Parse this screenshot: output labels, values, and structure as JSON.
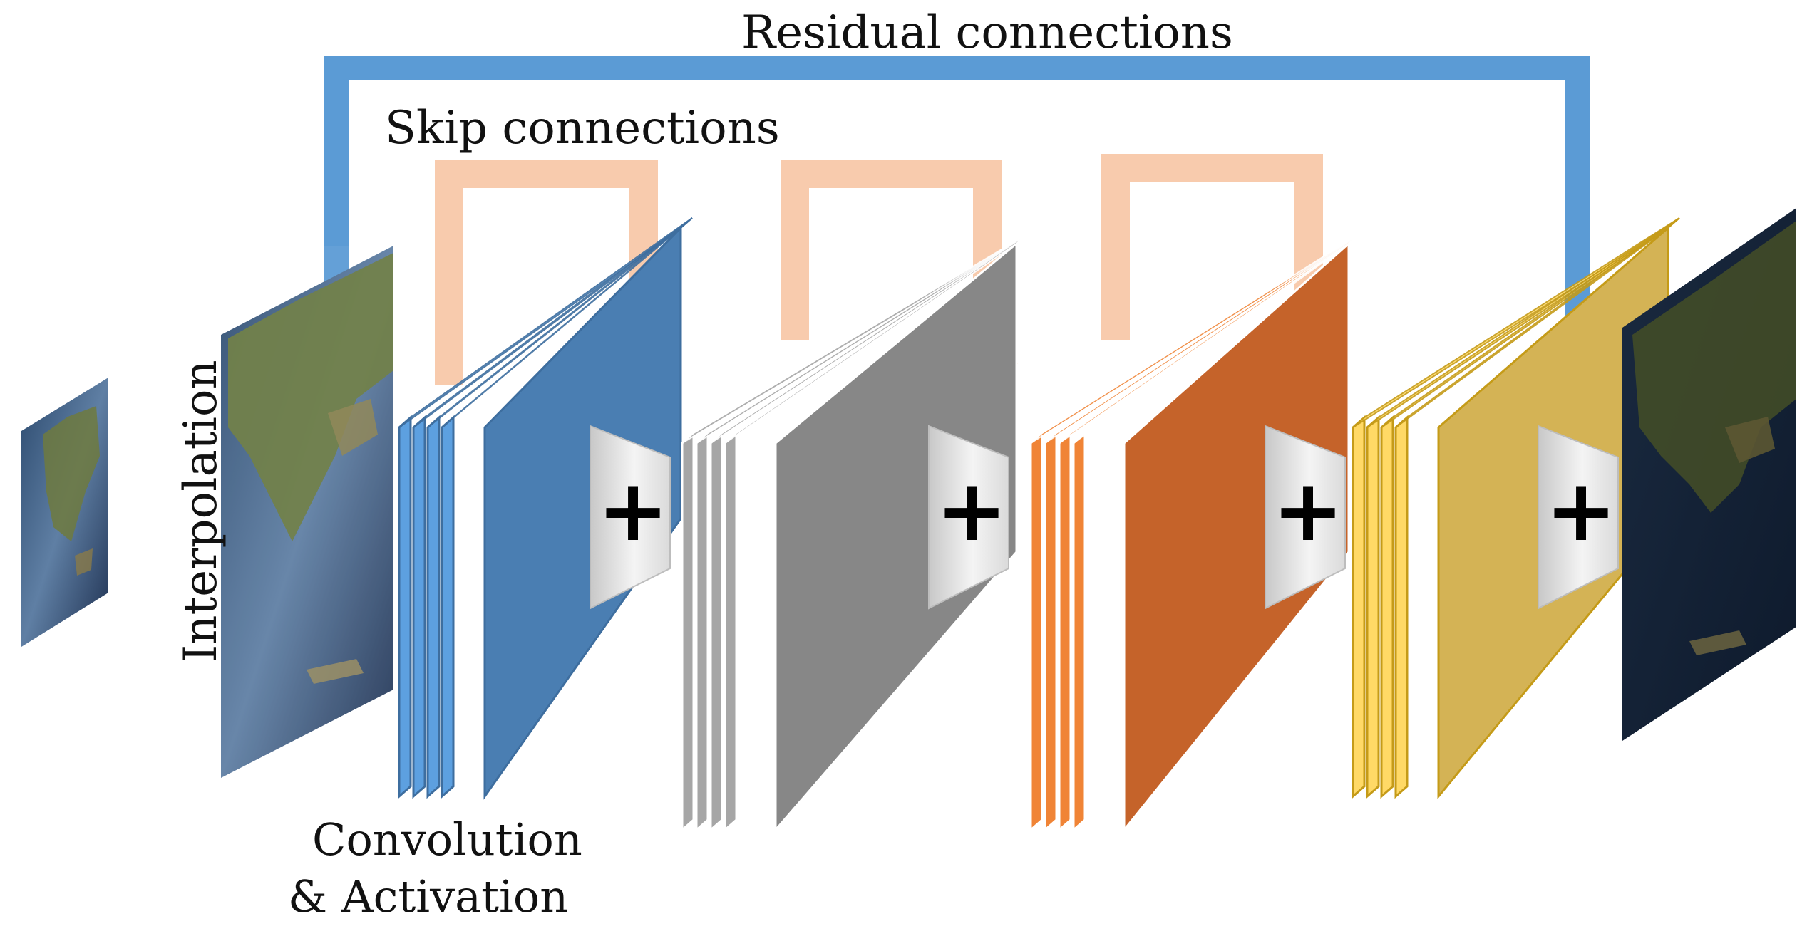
{
  "labels": {
    "residual": "Residual connections",
    "skip": "Skip connections",
    "interpolation": "Interpolation",
    "conv_line1": "Convolution",
    "conv_line2": "& Activation"
  },
  "adder_symbol": "+",
  "colors": {
    "residual_arrow": "#5B9BD5",
    "skip_arrow": "#F8CBAD",
    "block_blue": "#4A7EB2",
    "block_blue_edge": "#5DA0E0",
    "block_gray": "#878787",
    "block_gray_edge": "#A6A6A6",
    "block_orange": "#C5632A",
    "block_orange_edge": "#F08436",
    "block_yellow": "#D4B355",
    "block_yellow_edge": "#FFD966"
  },
  "blocks": [
    {
      "name": "block-blue",
      "face": "#4A7EB2",
      "edge": "#5DA0E0",
      "stroke": "#3E6E9F"
    },
    {
      "name": "block-gray",
      "face": "#878787",
      "edge": "#A6A6A6",
      "stroke": "#ffffff"
    },
    {
      "name": "block-orange",
      "face": "#C5632A",
      "edge": "#F08436",
      "stroke": "#ffffff"
    },
    {
      "name": "block-yellow",
      "face": "#D4B355",
      "edge": "#FFD966",
      "stroke": "#C59B18"
    }
  ],
  "images": [
    {
      "name": "input-lowres-satellite-image"
    },
    {
      "name": "interpolated-satellite-image"
    },
    {
      "name": "output-satellite-image"
    }
  ]
}
